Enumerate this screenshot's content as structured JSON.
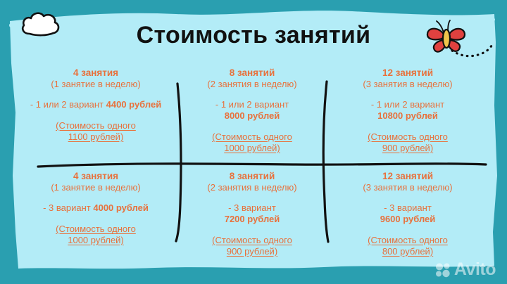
{
  "poster": {
    "title": "Стоимость занятий",
    "colors": {
      "frame": "#2a9fb0",
      "background": "#b3ecf7",
      "text_orange": "#e8713c",
      "title_black": "#111111",
      "butterfly_red": "#e0413f",
      "butterfly_body": "#efc44b",
      "cloud_white": "#ffffff"
    },
    "decorations": [
      {
        "name": "cloud-doodle",
        "icon": "cloud-icon"
      },
      {
        "name": "butterfly-doodle",
        "icon": "butterfly-icon"
      }
    ]
  },
  "table": {
    "rows": [
      {
        "row_name": "variant-1-2-row",
        "cells": [
          {
            "heading": "4 занятия",
            "subheading": "(1 занятие в неделю)",
            "option_prefix": "- 1 или 2 вариант",
            "option_amount": "4400 рублей",
            "per_unit_line1": "(Стоимость одного",
            "per_unit_line2": "1100 рублей)",
            "lessons_count": 4,
            "per_week": 1,
            "variant": "1 или 2",
            "total_price": 4400,
            "unit_price": 1100
          },
          {
            "heading": "8 занятий",
            "subheading": "(2 занятия в неделю)",
            "option_prefix": "- 1 или 2 вариант",
            "option_amount": "8000 рублей",
            "per_unit_line1": "(Стоимость одного",
            "per_unit_line2": "1000 рублей)",
            "lessons_count": 8,
            "per_week": 2,
            "variant": "1 или 2",
            "total_price": 8000,
            "unit_price": 1000
          },
          {
            "heading": "12 занятий",
            "subheading": "(3 занятия в неделю)",
            "option_prefix": "- 1 или 2 вариант",
            "option_amount": "10800 рублей",
            "per_unit_line1": "(Стоимость одного",
            "per_unit_line2": "900 рублей)",
            "lessons_count": 12,
            "per_week": 3,
            "variant": "1 или 2",
            "total_price": 10800,
            "unit_price": 900
          }
        ]
      },
      {
        "row_name": "variant-3-row",
        "cells": [
          {
            "heading": "4 занятия",
            "subheading": "(1 занятие в неделю)",
            "option_prefix": "- 3 вариант",
            "option_amount": "4000 рублей",
            "per_unit_line1": "(Стоимость одного",
            "per_unit_line2": "1000 рублей)",
            "lessons_count": 4,
            "per_week": 1,
            "variant": "3",
            "total_price": 4000,
            "unit_price": 1000
          },
          {
            "heading": "8 занятий",
            "subheading": "(2 занятия в неделю)",
            "option_prefix": "- 3 вариант",
            "option_amount": "7200 рублей",
            "per_unit_line1": "(Стоимость одного",
            "per_unit_line2": "900 рублей)",
            "lessons_count": 8,
            "per_week": 2,
            "variant": "3",
            "total_price": 7200,
            "unit_price": 900
          },
          {
            "heading": "12 занятий",
            "subheading": "(3 занятия в неделю)",
            "option_prefix": "- 3 вариант",
            "option_amount": "9600 рублей",
            "per_unit_line1": "(Стоимость одного",
            "per_unit_line2": "800 рублей)",
            "lessons_count": 12,
            "per_week": 3,
            "variant": "3",
            "total_price": 9600,
            "unit_price": 800
          }
        ]
      }
    ]
  },
  "watermark": {
    "text": "Avito",
    "icon": "avito-logo-icon"
  }
}
